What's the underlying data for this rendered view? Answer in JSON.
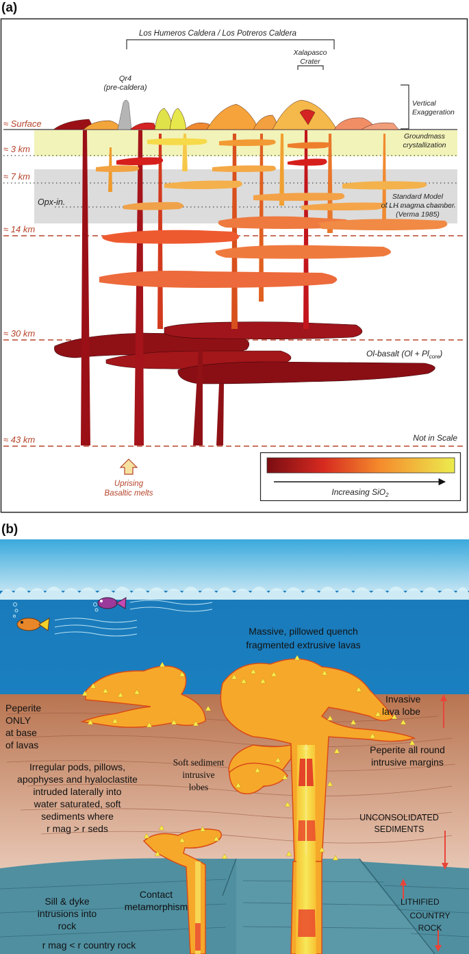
{
  "panel_a": {
    "label": "(a)",
    "caldera_title": "Los Humeros Caldera / Los Potreros Caldera",
    "xalapasco_line1": "Xalapasco",
    "xalapasco_line2": "Crater",
    "qr4_line1": "Qr4",
    "qr4_line2": "(pre-caldera)",
    "vertical_line1": "Vertical",
    "vertical_line2": "Exaggeration",
    "depths": {
      "surface": "≈ Surface",
      "d3": "≈ 3 km",
      "d7": "≈ 7 km",
      "d14": "≈ 14 km",
      "d30": "≈ 30 km",
      "d43": "≈ 43 km"
    },
    "opx": "Opx-in.",
    "groundmass_line1": "Groundmass",
    "groundmass_line2": "crystallization",
    "standard_line1": "Standard Model",
    "standard_line2": "of LH magma chamber",
    "standard_line3": "(Verma 1985)",
    "olbasalt_main": "Ol-basalt (Ol + Pl",
    "olbasalt_sub": "core",
    "olbasalt_end": ")",
    "not_in_scale": "Not in Scale",
    "uprising_line1": "Uprising",
    "uprising_line2": "Basaltic melts",
    "legend_main": "Increasing SiO",
    "legend_sub": "2",
    "colors": {
      "basalt": "#8b0f14",
      "red": "#d42323",
      "orange": "#f0892a",
      "yellow": "#e8e84a",
      "depth_label": "#b5432a"
    }
  },
  "panel_b": {
    "label": "(b)",
    "massive_line1": "Massive, pillowed quench",
    "massive_line2": "fragmented extrusive lavas",
    "peperite_line1": "Peperite",
    "peperite_line2": "ONLY",
    "peperite_line3": "at base",
    "peperite_line4": "of lavas",
    "invasive_line1": "Invasive",
    "invasive_line2": "lava lobe",
    "peperite_round_line1": "Peperite all round",
    "peperite_round_line2": "intrusive margins",
    "irregular_lines": [
      "Irregular pods, pillows,",
      "apophyses and hyaloclastite",
      "intruded laterally into",
      "water saturated, soft",
      "sediments where",
      "r mag > r seds"
    ],
    "soft_lines": [
      "Soft sediment",
      "intrusive",
      "lobes"
    ],
    "unconsolidated_line1": "UNCONSOLIDATED",
    "unconsolidated_line2": "SEDIMENTS",
    "lithified": "LITHIFIED",
    "country_line1": "COUNTRY",
    "country_line2": "ROCK",
    "contact_line1": "Contact",
    "contact_line2": "metamorphism",
    "sill_lines": [
      "Sill & dyke",
      "intrusions into",
      "rock"
    ],
    "rmag_country": "r mag < r country rock",
    "colors": {
      "sky": "#2a9fd6",
      "sea": "#1f86c4",
      "sediment": "#c07a55",
      "rock": "#4f8fa0",
      "arrow": "#e8443a"
    }
  }
}
